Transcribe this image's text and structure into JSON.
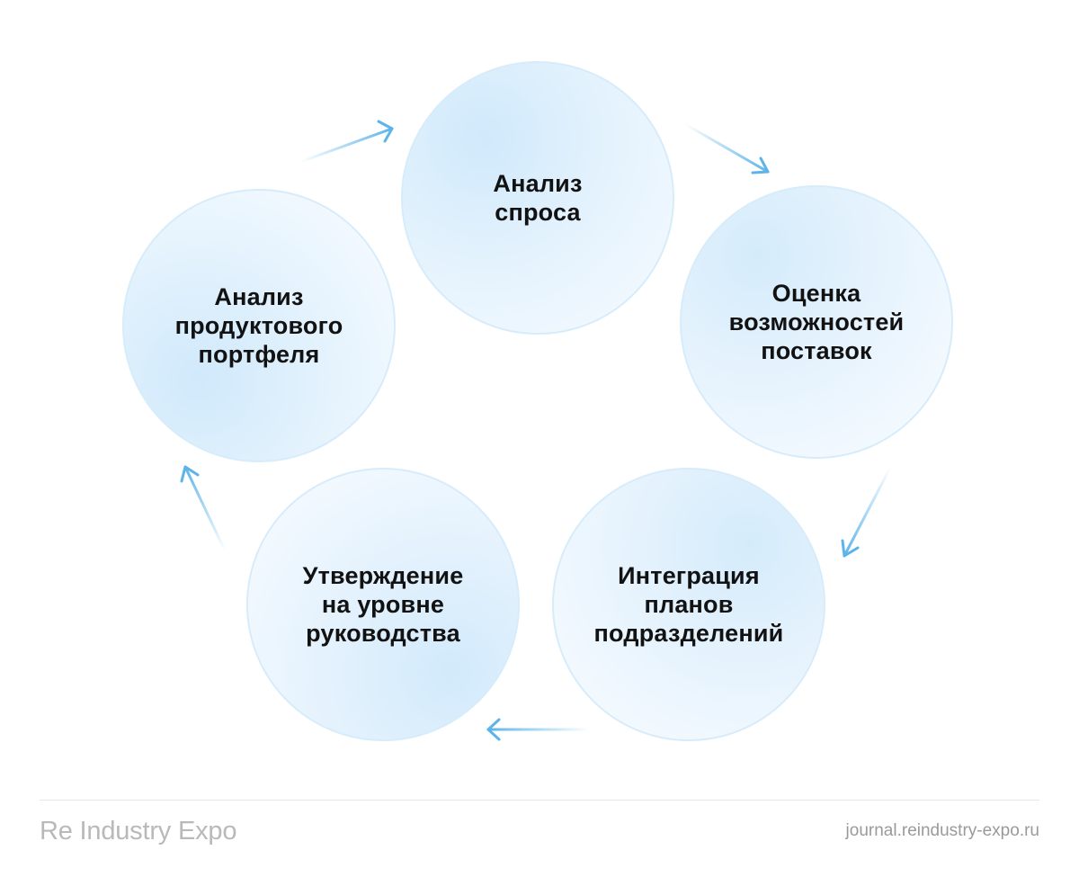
{
  "diagram": {
    "nodes": [
      {
        "id": "demand",
        "label": "Анализ\nспроса"
      },
      {
        "id": "supply",
        "label": "Оценка\nвозможностей\nпоставок"
      },
      {
        "id": "integration",
        "label": "Интеграция\nпланов\nподразделений"
      },
      {
        "id": "approval",
        "label": "Утверждение\nна уровне\nруководства"
      },
      {
        "id": "portfolio",
        "label": "Анализ\nпродуктового\nпортфеля"
      }
    ],
    "edges": [
      {
        "from": "demand",
        "to": "supply"
      },
      {
        "from": "supply",
        "to": "integration"
      },
      {
        "from": "integration",
        "to": "approval"
      },
      {
        "from": "approval",
        "to": "portfolio"
      },
      {
        "from": "portfolio",
        "to": "demand"
      }
    ],
    "arrow_color": "#5db4ea"
  },
  "footer": {
    "logo": "Re Industry Expo",
    "url": "journal.reindustry-expo.ru"
  }
}
